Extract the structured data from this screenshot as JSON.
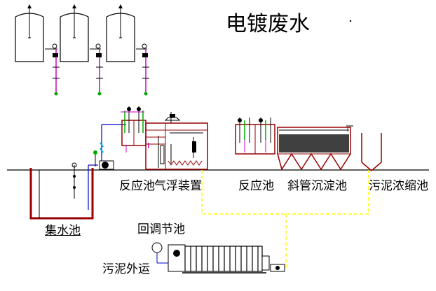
{
  "title": "电镀废水",
  "labels": {
    "reaction_tank_1": "反应池",
    "air_flotation": "气浮装置",
    "reaction_tank_2": "反应池",
    "inclined_tube_settler": "斜管沉淀池",
    "sludge_thickener": "污泥浓缩池",
    "collection_tank": "集水池",
    "equalization_tank": "回调节池",
    "sludge_outbound": "污泥外运"
  },
  "colors": {
    "tank": "#990000",
    "pipe": "#0000cc",
    "sludge_line": "#ffff00",
    "valve": "#cc00cc",
    "settler_media": "#404040",
    "structure": "#000000"
  }
}
